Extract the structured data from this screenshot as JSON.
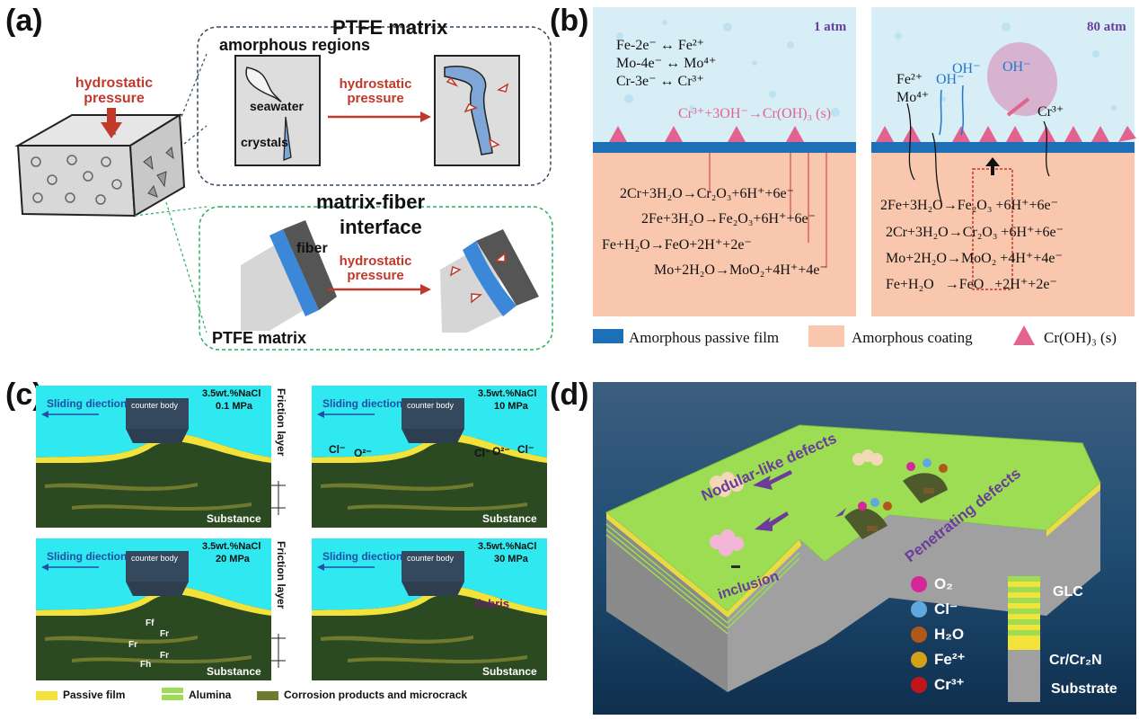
{
  "colors": {
    "arrow_red": "#c0392b",
    "seawater_blue": "#d7eef7",
    "coating_salmon": "#f8c7ae",
    "passive_blue": "#1d6fb8",
    "crohh_pink": "#e2638f",
    "cyan_sea": "#2fe8f0",
    "dark_green": "#2b4a22",
    "passive_yellow": "#f2e23a",
    "glc_green": "#9ddd54",
    "deep_sea": "#1c3d5e"
  },
  "panel_a": {
    "label": "(a)",
    "hydro_block": "hydrostatic\npressure",
    "ptfe_title": "PTFE matrix",
    "amorphous": "amorphous regions",
    "seawater": "seawater",
    "crystals": "crystals",
    "hydro_top": "hydrostatic\npressure",
    "interface_title_1": "matrix-fiber",
    "interface_title_2": "interface",
    "fiber": "fiber",
    "hydro_bottom": "hydrostatic\npressure",
    "ptfe_bottom": "PTFE matrix"
  },
  "panel_b": {
    "label": "(b)",
    "left_pressure": "1 atm",
    "right_pressure": "80 atm",
    "left_anodic": [
      "Fe-2e⁻ ↔ Fe²⁺",
      "Mo-4e⁻ ↔ Mo⁴⁺",
      "Cr-3e⁻ ↔ Cr³⁺"
    ],
    "left_pink_eq": "Cr³⁺+3OH⁻→Cr(OH)₃ (s)",
    "left_reactions": [
      "2Cr+3H₂O→Cr₂O₃+6H⁺+6e⁻",
      "2Fe+3H₂O→Fe₂O₃+6H⁺+6e⁻",
      "Fe+H₂O→FeO+2H⁺+2e⁻",
      "Mo+2H₂O→MoO₂+4H⁺+4e⁻"
    ],
    "right_ions": [
      "Fe²⁺",
      "Mo⁴⁺",
      "OH⁻",
      "OH⁻",
      "OH⁻",
      "Cr³⁺"
    ],
    "right_reactions": [
      "2Fe+3H₂O→Fe₂O₃ +6H⁺+6e⁻",
      "2Cr+3H₂O→Cr₂O₃ +6H⁺+6e⁻",
      "Mo+2H₂O→MoO₂ +4H⁺+4e⁻",
      "Fe+H₂O   →FeO   +2H⁺+2e⁻"
    ],
    "legend": [
      "Amorphous passive film",
      "Amorphous coating",
      "Cr(OH)₃ (s)"
    ]
  },
  "panel_c": {
    "label": "(c)",
    "subpanels": [
      {
        "env": "3.5wt.%NaCl",
        "pressure": "0.1 MPa",
        "sliding": "Sliding diection",
        "counter": "counter body",
        "substance": "Substance"
      },
      {
        "env": "3.5wt.%NaCl",
        "pressure": "10 MPa",
        "sliding": "Sliding diection",
        "counter": "counter body",
        "substance": "Substance"
      },
      {
        "env": "3.5wt.%NaCl",
        "pressure": "20 MPa",
        "sliding": "Sliding diection",
        "counter": "counter body",
        "substance": "Substance"
      },
      {
        "env": "3.5wt.%NaCl",
        "pressure": "30 MPa",
        "sliding": "Sliding diection",
        "counter": "counter body",
        "substance": "Substance"
      }
    ],
    "friction_layer": "Friction layer",
    "ions_10": [
      "Cl⁻",
      "O²⁻",
      "Cl⁻",
      "O²⁻",
      "Cl⁻"
    ],
    "forces": [
      "Ff",
      "Fr",
      "Fr",
      "Fr",
      "Fh"
    ],
    "debris": "debris",
    "legend": [
      "Passive film",
      "Alumina",
      "Corrosion products and microcrack"
    ]
  },
  "panel_d": {
    "label": "(d)",
    "nodular": "Nodular-like defects",
    "penetrating": "Penetrating defects",
    "inclusion": "inclusion",
    "species": [
      {
        "name": "O₂",
        "color": "#d6279a"
      },
      {
        "name": "Cl⁻",
        "color": "#5fa8e0"
      },
      {
        "name": "H₂O",
        "color": "#b0581a"
      },
      {
        "name": "Fe²⁺",
        "color": "#d4a017"
      },
      {
        "name": "Cr³⁺",
        "color": "#c0161b"
      }
    ],
    "layers": [
      "GLC",
      "Cr/Cr₂N",
      "Substrate"
    ]
  }
}
